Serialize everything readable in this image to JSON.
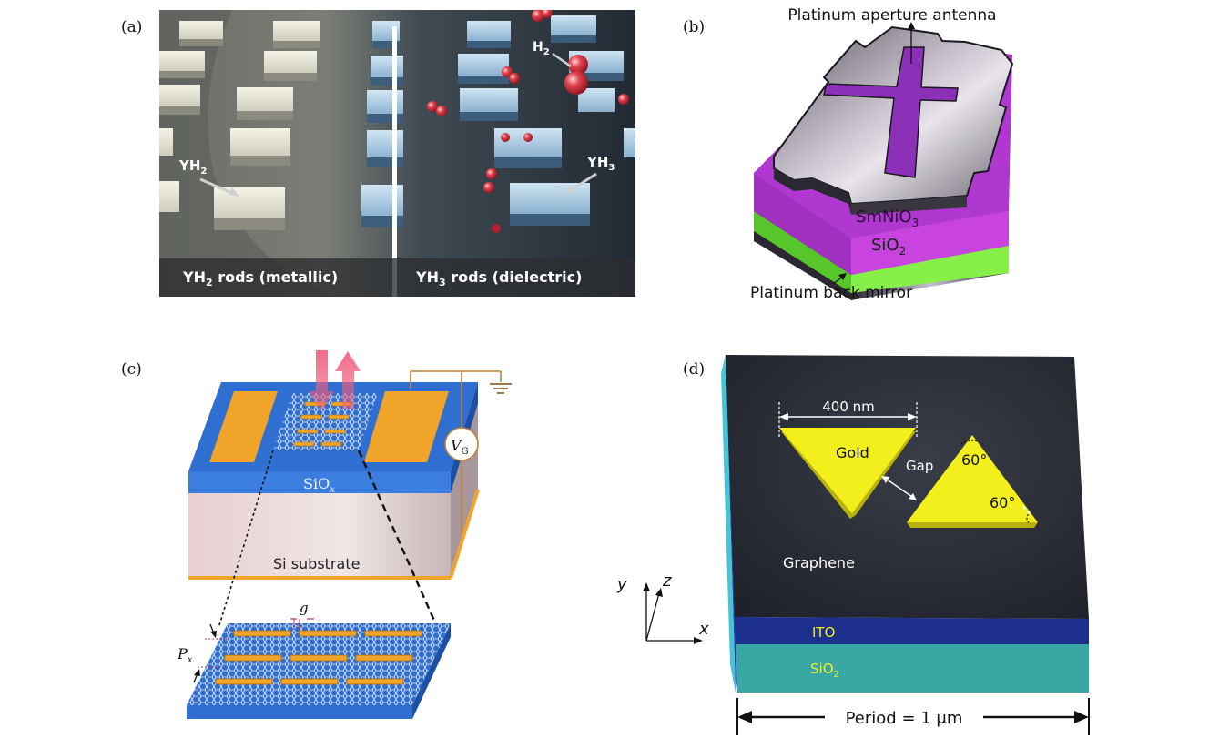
{
  "panels": {
    "a": {
      "label": "(a)",
      "yh2_label": "YH",
      "yh2_sub": "2",
      "h2_label": "H",
      "h2_sub": "2",
      "yh3_label": "YH",
      "yh3_sub": "3",
      "caption_left_pre": "YH",
      "caption_left_sub": "2",
      "caption_left_post": " rods (metallic)",
      "caption_right_pre": "YH",
      "caption_right_sub": "3",
      "caption_right_post": " rods (dielectric)"
    },
    "b": {
      "label": "(b)",
      "antenna_label": "Platinum aperture antenna",
      "smnio_label": "SmNiO",
      "smnio_sub": "3",
      "sio2_label": "SiO",
      "sio2_sub": "2",
      "mirror_label": "Platinum back mirror"
    },
    "c": {
      "label": "(c)",
      "siox_label": "SiO",
      "siox_sub": "x",
      "substrate_label": "Si substrate",
      "vg_label": "V",
      "vg_sub": "G",
      "g_label": "g",
      "px_label": "P",
      "px_sub": "x"
    },
    "d": {
      "label": "(d)",
      "width_label": "400 nm",
      "gold_label": "Gold",
      "gap_label": "Gap",
      "angle_top": "60°",
      "angle_bottom": "60°",
      "graphene_label": "Graphene",
      "axis_y": "y",
      "axis_z": "z",
      "axis_x": "x",
      "ito_label": "ITO",
      "sio2_label": "SiO",
      "sio2_sub": "2",
      "period_label": "Period  = 1 μm"
    }
  },
  "colors": {
    "gold": "#f0a52a",
    "blue": "#2f6fd1",
    "magenta": "#c040d8",
    "green": "#7cf03c",
    "yellow": "#f2ef1c",
    "teal": "#3aa7a5",
    "navy": "#1c2f8a"
  }
}
